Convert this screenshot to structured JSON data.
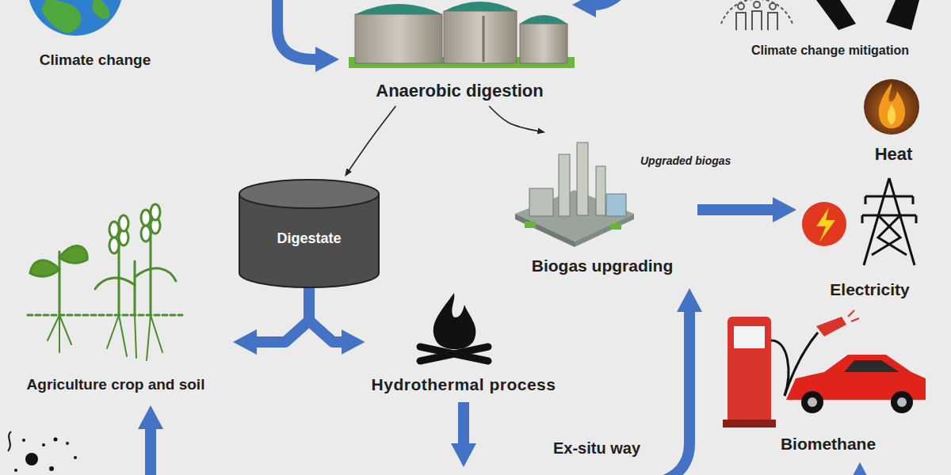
{
  "diagram": {
    "nodes": [
      {
        "text": [
          "Climate change"
        ]
      },
      {
        "text": [
          "Anaerobic digestion"
        ]
      },
      {
        "text": [
          "Climate change mitigation"
        ]
      },
      {
        "text": [
          "Heat"
        ]
      },
      {
        "text": [
          "Digestate"
        ]
      },
      {
        "text": [
          "Biogas upgrading"
        ]
      },
      {
        "text": [
          "Electricity"
        ]
      },
      {
        "text": [
          "Agriculture crop and soil"
        ]
      },
      {
        "text": [
          "Hydrothermal process"
        ]
      },
      {
        "text": [
          "Biomethane"
        ]
      }
    ],
    "edges": [
      {
        "from": 1,
        "to": 4,
        "arrow": "to"
      },
      {
        "from": 1,
        "to": 5,
        "arrow": "to"
      },
      {
        "from": 4,
        "to": 7,
        "arrow": "to"
      },
      {
        "from": 4,
        "to": 8,
        "arrow": "to"
      },
      {
        "from": 5,
        "to": 6,
        "label": "Upgraded biogas",
        "arrow": "to"
      }
    ],
    "labels": [
      "Ex-situ way"
    ]
  }
}
